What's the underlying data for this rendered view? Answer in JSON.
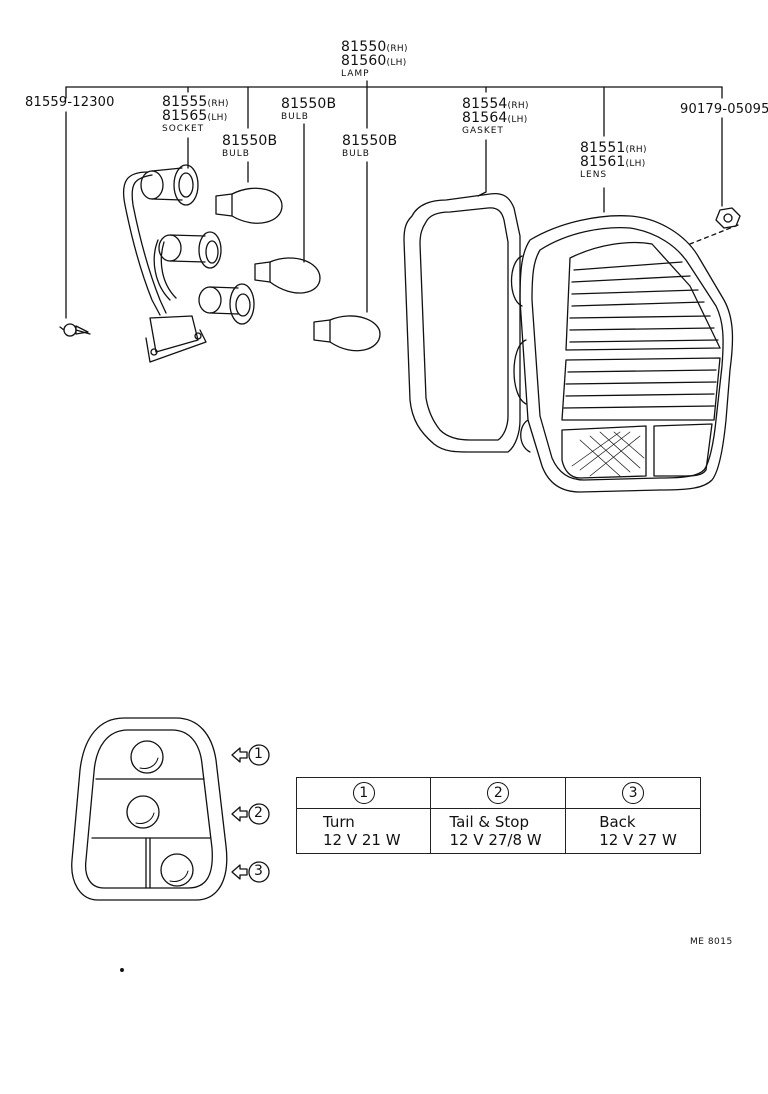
{
  "parts": {
    "lamp": {
      "rh": "81550",
      "rh_sfx": "(RH)",
      "lh": "81560",
      "lh_sfx": "(LH)",
      "name": "LAMP"
    },
    "screw": {
      "pn": "81559-12300"
    },
    "socket": {
      "rh": "81555",
      "rh_sfx": "(RH)",
      "lh": "81565",
      "lh_sfx": "(LH)",
      "name": "SOCKET"
    },
    "bulb_a": {
      "pn": "81550B",
      "name": "BULB"
    },
    "bulb_b": {
      "pn": "81550B",
      "name": "BULB"
    },
    "bulb_c": {
      "pn": "81550B",
      "name": "BULB"
    },
    "gasket": {
      "rh": "81554",
      "rh_sfx": "(RH)",
      "lh": "81564",
      "lh_sfx": "(LH)",
      "name": "GASKET"
    },
    "lens": {
      "rh": "81551",
      "rh_sfx": "(RH)",
      "lh": "81561",
      "lh_sfx": "(LH)",
      "name": "LENS"
    },
    "nut": {
      "pn": "90179-05095"
    }
  },
  "bulb_diagram": {
    "markers": [
      "1",
      "2",
      "3"
    ]
  },
  "spec_table": {
    "headers": [
      "1",
      "2",
      "3"
    ],
    "rows": [
      {
        "function": "Turn",
        "rating": "12 V 21 W"
      },
      {
        "function": "Tail & Stop",
        "rating": "12 V 27/8 W"
      },
      {
        "function": "Back",
        "rating": "12 V 27 W"
      }
    ]
  },
  "ref_code": "ME 8015"
}
